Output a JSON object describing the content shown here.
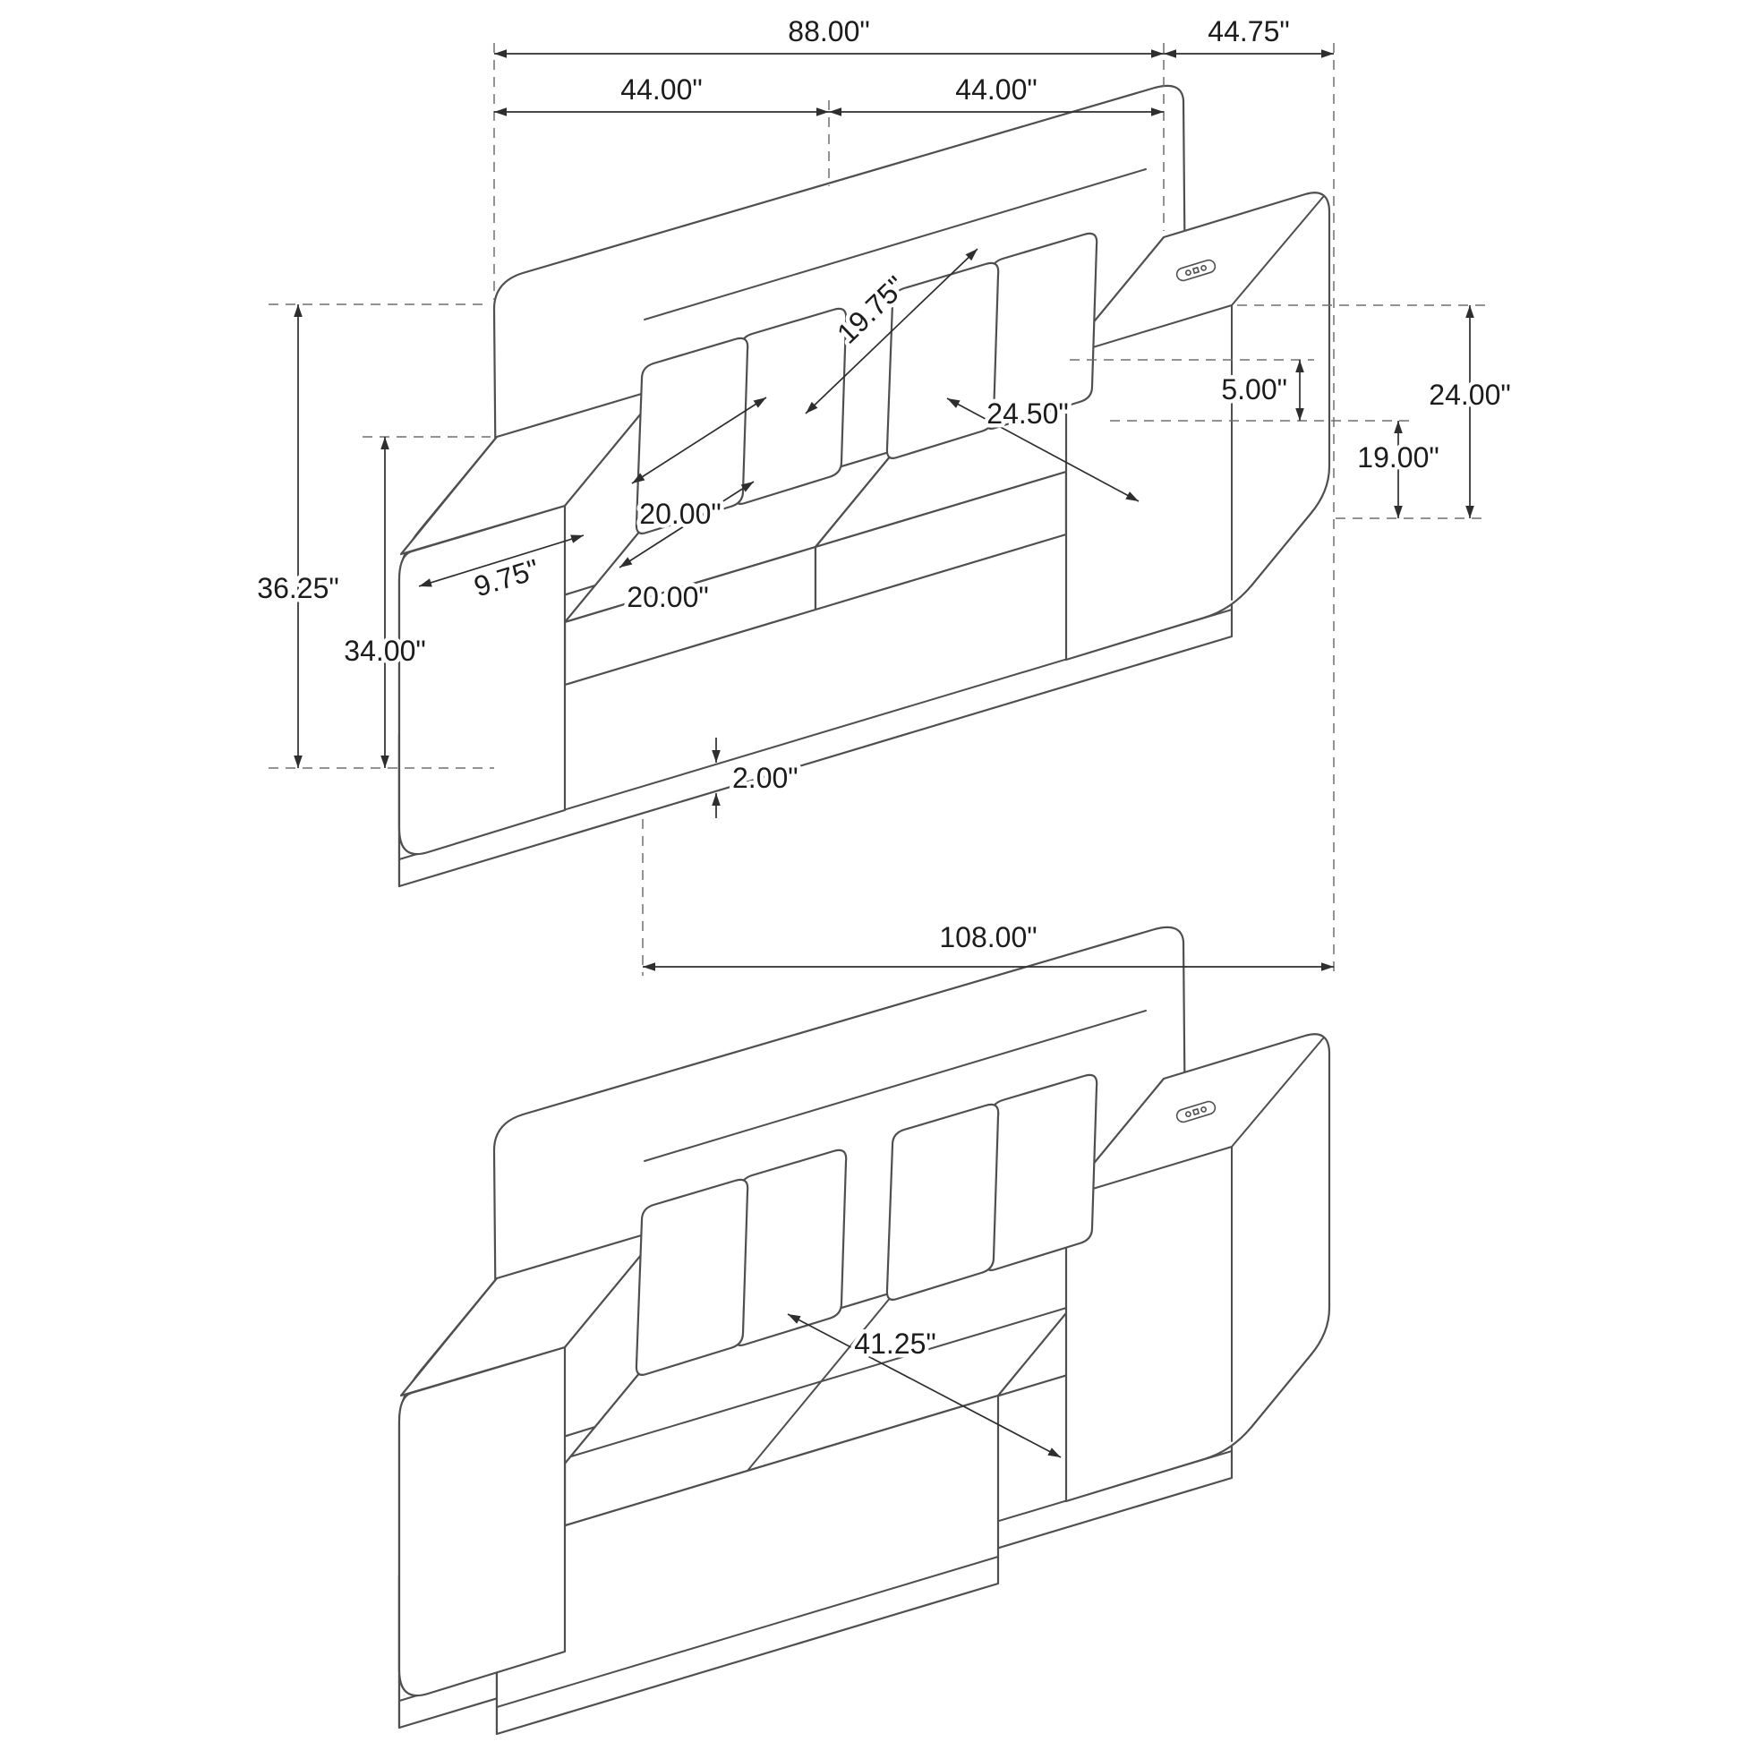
{
  "title": "sofa-sleeper-dimension-diagram",
  "colors": {
    "background": "#ffffff",
    "artwork_lines": "#4f4f4f",
    "dimension_lines": "#2e2e2e",
    "extension_lines": "#6e6e6e",
    "text": "#1c1c1c"
  },
  "views": {
    "top": "sofa-isometric-view",
    "bottom": "sleeper-open-isometric-view"
  },
  "dims": {
    "overall_width": "88.00\"",
    "right_arm_section": "44.75\"",
    "seat_section_left": "44.00\"",
    "seat_section_right": "44.00\"",
    "back_cushion_height": "19.75\"",
    "arm_above_seat": "5.00\"",
    "arm_top_height": "24.00\"",
    "seat_height": "19.00\"",
    "seat_depth": "24.50\"",
    "pillow_width": "20.00\"",
    "pillow_height": "20.00\"",
    "overall_height": "36.25\"",
    "back_height": "34.00\"",
    "arm_width": "9.75\"",
    "base_reveal": "2.00\"",
    "overall_length": "108.00\"",
    "sleeper_depth": "41.25\""
  },
  "icons": {
    "usb_port": "usb-charging-port"
  }
}
